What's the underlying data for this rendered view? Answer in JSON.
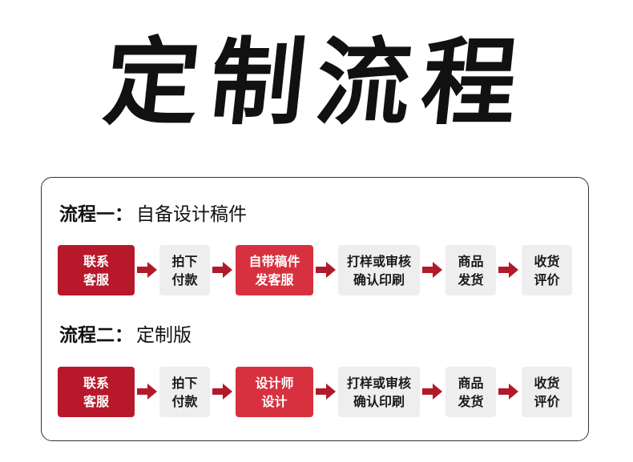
{
  "title": "定制流程",
  "colors": {
    "brand_red": "#b7192a",
    "accent_red": "#d7313f",
    "step_gray": "#eeeeee",
    "arrow_red": "#b21a2a"
  },
  "flows": [
    {
      "label": "流程一",
      "separator": "：",
      "name": "自备设计稿件",
      "steps": [
        {
          "line1": "联系",
          "line2": "客服",
          "style": "primary"
        },
        {
          "line1": "拍下",
          "line2": "付款",
          "style": "plain"
        },
        {
          "line1": "自带稿件",
          "line2": "发客服",
          "style": "secondary"
        },
        {
          "line1": "打样或审核",
          "line2": "确认印刷",
          "style": "plain"
        },
        {
          "line1": "商品",
          "line2": "发货",
          "style": "plain"
        },
        {
          "line1": "收货",
          "line2": "评价",
          "style": "plain"
        }
      ],
      "arrow_icon": "arrow-right-icon"
    },
    {
      "label": "流程二",
      "separator": "：",
      "name": "定制版",
      "steps": [
        {
          "line1": "联系",
          "line2": "客服",
          "style": "primary"
        },
        {
          "line1": "拍下",
          "line2": "付款",
          "style": "plain"
        },
        {
          "line1": "设计师",
          "line2": "设计",
          "style": "secondary"
        },
        {
          "line1": "打样或审核",
          "line2": "确认印刷",
          "style": "plain"
        },
        {
          "line1": "商品",
          "line2": "发货",
          "style": "plain"
        },
        {
          "line1": "收货",
          "line2": "评价",
          "style": "plain"
        }
      ],
      "arrow_icon": "arrow-right-icon"
    }
  ]
}
